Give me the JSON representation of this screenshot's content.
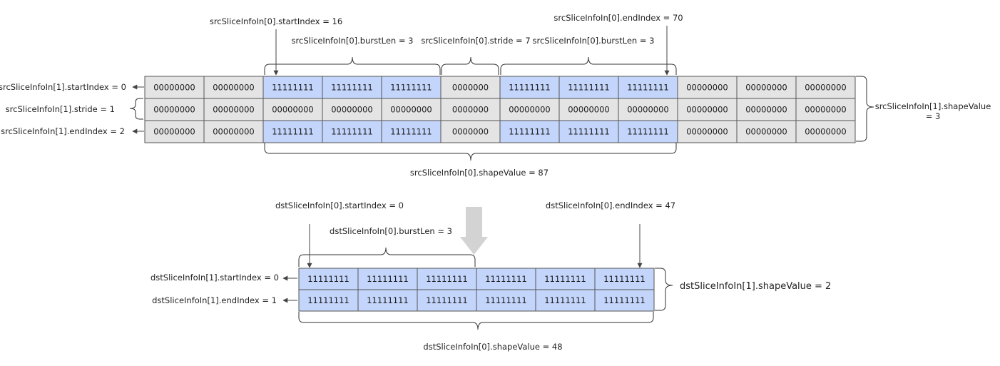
{
  "colors": {
    "gray_cell": "#e4e4e4",
    "blue_cell": "#c4d5fb",
    "grid_line": "#555555",
    "arrow": "#444444",
    "big_arrow": "#d3d3d3",
    "text": "#222222"
  },
  "src": {
    "rows": [
      [
        "00000000",
        "00000000",
        "11111111",
        "11111111",
        "11111111",
        "0000000",
        "11111111",
        "11111111",
        "11111111",
        "00000000",
        "00000000",
        "00000000"
      ],
      [
        "00000000",
        "00000000",
        "00000000",
        "00000000",
        "00000000",
        "0000000",
        "00000000",
        "00000000",
        "00000000",
        "00000000",
        "00000000",
        "00000000"
      ],
      [
        "00000000",
        "00000000",
        "11111111",
        "11111111",
        "11111111",
        "0000000",
        "11111111",
        "11111111",
        "11111111",
        "00000000",
        "00000000",
        "00000000"
      ]
    ],
    "labels": {
      "start_index_0": "srcSliceInfoIn[0].startIndex = 16",
      "end_index_0": "srcSliceInfoIn[0].endIndex = 70",
      "burst_len_a": "srcSliceInfoIn[0].burstLen = 3",
      "stride_0": "srcSliceInfoIn[0].stride = 7",
      "burst_len_b": "srcSliceInfoIn[0].burstLen = 3",
      "start_index_1": "srcSliceInfoIn[1].startIndex = 0",
      "stride_1": "srcSliceInfoIn[1].stride = 1",
      "end_index_1": "srcSliceInfoIn[1].endIndex = 2",
      "shape_value_1_line1": "srcSliceInfoIn[1].shapeValue",
      "shape_value_1_line2": "= 3",
      "shape_value_0": "srcSliceInfoIn[0].shapeValue = 87"
    }
  },
  "dst": {
    "rows": [
      [
        "11111111",
        "11111111",
        "11111111",
        "11111111",
        "11111111",
        "11111111"
      ],
      [
        "11111111",
        "11111111",
        "11111111",
        "11111111",
        "11111111",
        "11111111"
      ]
    ],
    "labels": {
      "start_index_0": "dstSliceInfoIn[0].startIndex = 0",
      "end_index_0": "dstSliceInfoIn[0].endIndex = 47",
      "burst_len_0": "dstSliceInfoIn[0].burstLen = 3",
      "start_index_1": "dstSliceInfoIn[1].startIndex = 0",
      "end_index_1": "dstSliceInfoIn[1].endIndex = 1",
      "shape_value_1": "dstSliceInfoIn[1].shapeValue = 2",
      "shape_value_0": "dstSliceInfoIn[0].shapeValue = 48"
    }
  }
}
